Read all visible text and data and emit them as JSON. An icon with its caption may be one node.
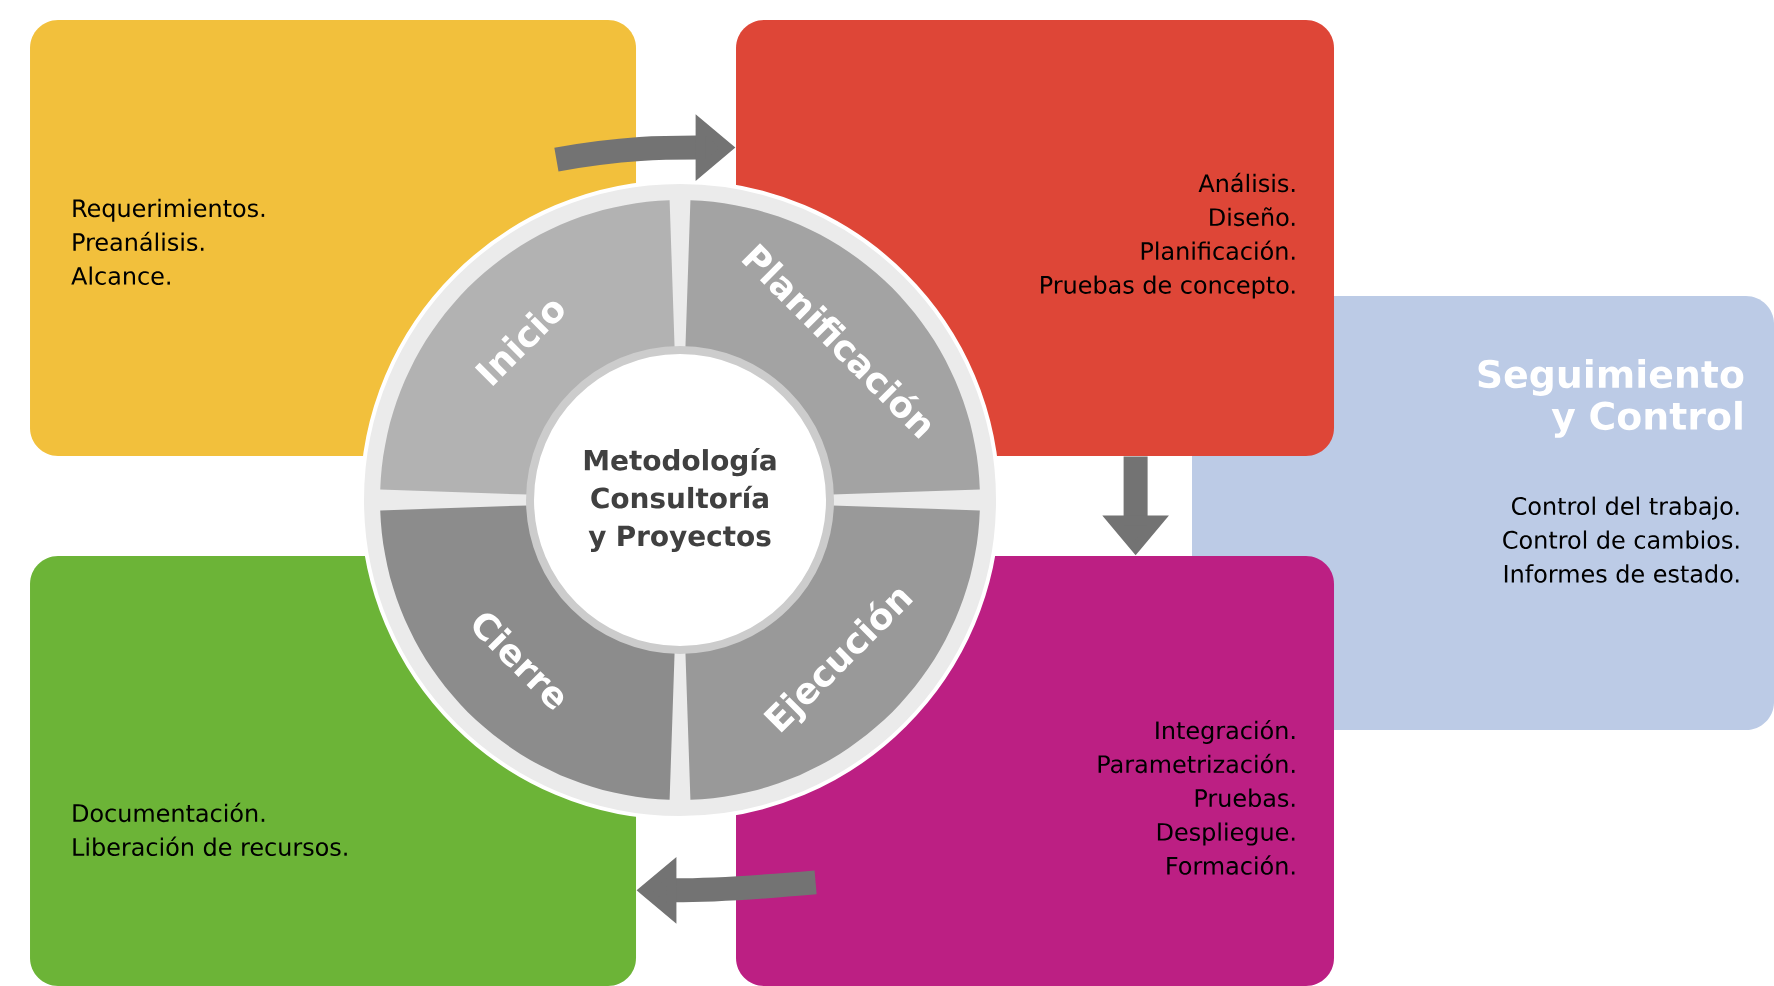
{
  "diagram": {
    "nodes": [
      {
        "text": [
          "Requerimientos.",
          "Preanálisis.",
          "Alcance."
        ]
      },
      {
        "text": [
          "Análisis.",
          "Diseño.",
          "Planificación.",
          "Pruebas de concepto."
        ]
      },
      {
        "text": [
          "Seguimiento y Control",
          "Control del trabajo.",
          "Control de cambios.",
          "Informes de estado."
        ]
      },
      {
        "text": [
          "Integración.",
          "Parametrización.",
          "Pruebas.",
          "Despliegue.",
          "Formación."
        ]
      },
      {
        "text": [
          "Documentación.",
          "Liberación de recursos."
        ]
      },
      {
        "text": [
          "Inicio"
        ]
      },
      {
        "text": [
          "Planificación"
        ]
      },
      {
        "text": [
          "Ejecución"
        ]
      },
      {
        "text": [
          "Cierre"
        ]
      },
      {
        "text": [
          "Metodología Consultoría y Proyectos"
        ]
      }
    ],
    "edges": [
      {
        "from": 0,
        "to": 1,
        "arrow": "to"
      },
      {
        "from": 1,
        "to": 3,
        "arrow": "to"
      },
      {
        "from": 3,
        "to": 4,
        "arrow": "to"
      }
    ]
  }
}
